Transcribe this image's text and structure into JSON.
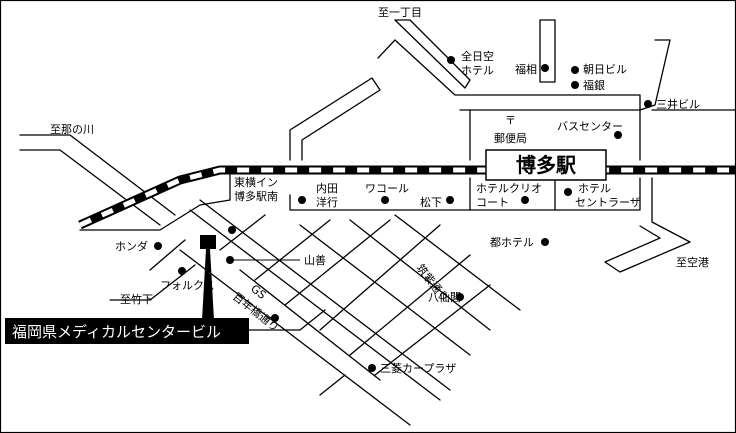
{
  "labels": {
    "to_itchome": "至一丁目",
    "to_nanokawa": "至那の川",
    "to_takeshita": "至竹下",
    "to_airport": "至空港",
    "all_nippon_hotel_1": "全日空",
    "all_nippon_hotel_2": "ホテル",
    "fukuso": "福相",
    "asahi_bldg": "朝日ビル",
    "fukugin": "福銀",
    "mitsui_bldg": "三井ビル",
    "post_office_mark": "〒",
    "post_office": "郵便局",
    "bus_center": "バスセンター",
    "station": "博多駅",
    "toyoko_1": "東横イン",
    "toyoko_2": "博多駅南",
    "uchida_1": "内田",
    "uchida_2": "洋行",
    "wacoal": "ワコール",
    "matsushita": "松下",
    "hotel_clio_1": "ホテルクリオ",
    "hotel_clio_2": "コート",
    "hotel_centraza_1": "ホテル",
    "hotel_centraza_2": "セントラーザ",
    "miyako_hotel": "都ホテル",
    "honda": "ホンダ",
    "yamazen": "山善",
    "folks": "フォルクス",
    "gs": "GS",
    "hyakunenbashi_street": "百年橋通り",
    "chikushi_street": "筑紫通り",
    "hassenkaku": "八仙閣",
    "mitsubishi_car_plaza": "三菱カープラザ",
    "medical_center": "福岡県メディカルセンタービル"
  }
}
